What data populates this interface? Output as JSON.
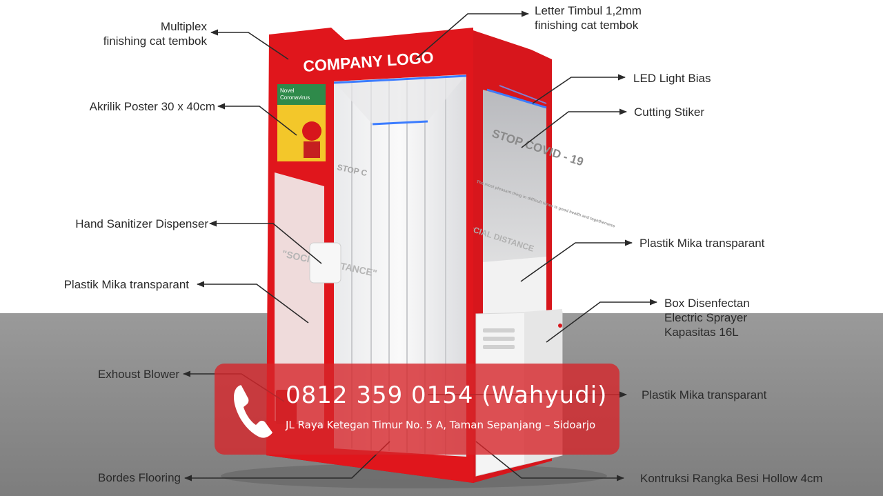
{
  "sign": {
    "company_logo": "COMPANY LOGO"
  },
  "panels": {
    "left_heading": "STOP C",
    "right_heading": "STOP COVID - 19",
    "right_body": "The most pleasant thing in difficult times is good health and togetherness",
    "right_footer": "SOCIAL DISTANCE",
    "left_footer": "\"SOCIAL DISTANCE\""
  },
  "poster": {
    "title_line1": "Novel",
    "title_line2": "Coronavirus"
  },
  "labels": {
    "multiplex": [
      "Multiplex",
      "finishing cat tembok"
    ],
    "akrilik_poster": [
      "Akrilik Poster 30 x 40cm"
    ],
    "hand_sanitizer": [
      "Hand Sanitizer Dispenser"
    ],
    "plastik_mika_left": [
      "Plastik Mika transparant"
    ],
    "exhoust_blower": [
      "Exhoust Blower"
    ],
    "bordes_flooring": [
      "Bordes Flooring"
    ],
    "letter_timbul": [
      "Letter Timbul 1,2mm",
      "finishing cat tembok"
    ],
    "led_light": [
      "LED Light Bias"
    ],
    "cutting_stiker": [
      "Cutting Stiker"
    ],
    "plastik_mika_right": [
      "Plastik Mika transparant"
    ],
    "box_disinfectan": [
      "Box Disenfectan",
      "Electric Sprayer",
      "Kapasitas 16L"
    ],
    "plastik_mika_bottom": [
      "Plastik Mika transparant"
    ],
    "kontruksi_rangka": [
      "Kontruksi Rangka Besi Hollow 4cm"
    ]
  },
  "contact": {
    "phone": "0812 359 0154 (Wahyudi)",
    "address": "JL Raya Ketegan Timur No. 5 A, Taman Sepanjang – Sidoarjo"
  },
  "colors": {
    "booth_red": "#d7161c",
    "floor_gray": "#8a8a8a",
    "led_blue": "#3b7cff",
    "banner_red": "#d6262a"
  }
}
